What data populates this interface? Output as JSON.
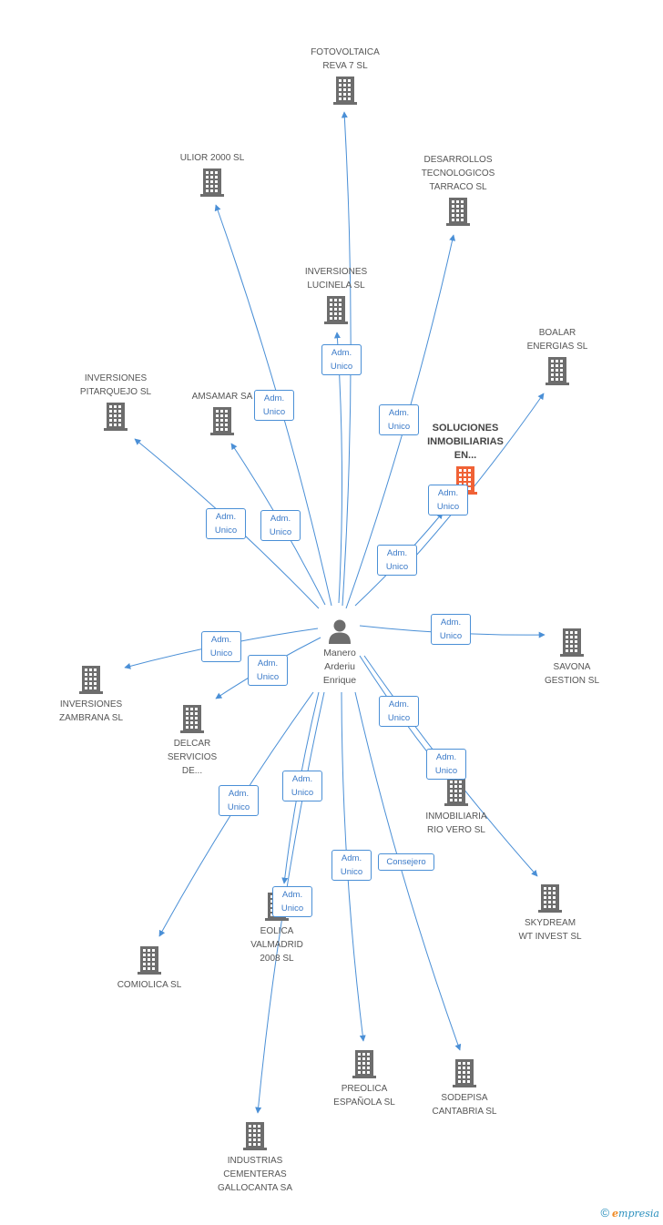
{
  "center": {
    "label": "Manero\nArderiu\nEnrique"
  },
  "colors": {
    "edge": "#4a8fd6",
    "building": "#6d6d6d",
    "highlight": "#f06236"
  },
  "companies": [
    {
      "id": "fotovoltaica",
      "label": "FOTOVOLTAICA\nREVA 7 SL",
      "pos": "top"
    },
    {
      "id": "ulior",
      "label": "ULIOR 2000 SL",
      "pos": "top"
    },
    {
      "id": "desarrollos",
      "label": "DESARROLLOS\nTECNOLOGICOS\nTARRACO SL",
      "pos": "top"
    },
    {
      "id": "lucinela",
      "label": "INVERSIONES\nLUCINELA SL",
      "pos": "top"
    },
    {
      "id": "boalar",
      "label": "BOALAR\nENERGIAS  SL",
      "pos": "top"
    },
    {
      "id": "pitarquejo",
      "label": "INVERSIONES\nPITARQUEJO SL",
      "pos": "top"
    },
    {
      "id": "amsamar",
      "label": "AMSAMAR SA",
      "pos": "top"
    },
    {
      "id": "soluciones",
      "label": "SOLUCIONES\nINMOBILIARIAS\nEN...",
      "pos": "top",
      "highlight": true
    },
    {
      "id": "savona",
      "label": "SAVONA\nGESTION SL",
      "pos": "bottom"
    },
    {
      "id": "zambrana",
      "label": "INVERSIONES\nZAMBRANA SL",
      "pos": "bottom"
    },
    {
      "id": "delcar",
      "label": "DELCAR\nSERVICIOS\nDE...",
      "pos": "bottom"
    },
    {
      "id": "riovero",
      "label": "INMOBILIARIA\nRIO VERO SL",
      "pos": "bottom"
    },
    {
      "id": "skydream",
      "label": "SKYDREAM\nWT INVEST  SL",
      "pos": "bottom"
    },
    {
      "id": "eolica",
      "label": "EOLICA\nVALMADRID\n2008 SL",
      "pos": "bottom"
    },
    {
      "id": "comiolica",
      "label": "COMIOLICA SL",
      "pos": "bottom"
    },
    {
      "id": "preolica",
      "label": "PREOLICA\nESPAÑOLA SL",
      "pos": "bottom"
    },
    {
      "id": "sodepisa",
      "label": "SODEPISA\nCANTABRIA SL",
      "pos": "bottom"
    },
    {
      "id": "cementeras",
      "label": "INDUSTRIAS\nCEMENTERAS\nGALLOCANTA SA",
      "pos": "bottom"
    }
  ],
  "relations": [
    {
      "to": "fotovoltaica",
      "role": "Adm.\nUnico"
    },
    {
      "to": "ulior",
      "role": "Adm.\nUnico"
    },
    {
      "to": "desarrollos",
      "role": "Adm.\nUnico"
    },
    {
      "to": "lucinela",
      "role": "Adm.\nUnico"
    },
    {
      "to": "boalar",
      "role": "Adm.\nUnico"
    },
    {
      "to": "pitarquejo",
      "role": "Adm.\nUnico"
    },
    {
      "to": "amsamar",
      "role": "Adm.\nUnico"
    },
    {
      "to": "soluciones",
      "role": "Adm.\nUnico"
    },
    {
      "to": "savona",
      "role": "Adm.\nUnico"
    },
    {
      "to": "zambrana",
      "role": "Adm.\nUnico"
    },
    {
      "to": "delcar",
      "role": "Adm.\nUnico"
    },
    {
      "to": "riovero",
      "role": "Adm.\nUnico"
    },
    {
      "to": "skydream",
      "role": "Adm.\nUnico"
    },
    {
      "to": "eolica",
      "role": "Adm.\nUnico"
    },
    {
      "to": "comiolica",
      "role": "Adm.\nUnico"
    },
    {
      "to": "preolica",
      "role": "Adm.\nUnico"
    },
    {
      "to": "sodepisa",
      "role": "Consejero"
    },
    {
      "to": "cementeras",
      "role": "Adm.\nUnico"
    }
  ],
  "footer": {
    "copyright": "©",
    "brand_initial": "e",
    "brand_rest": "mpresia"
  }
}
